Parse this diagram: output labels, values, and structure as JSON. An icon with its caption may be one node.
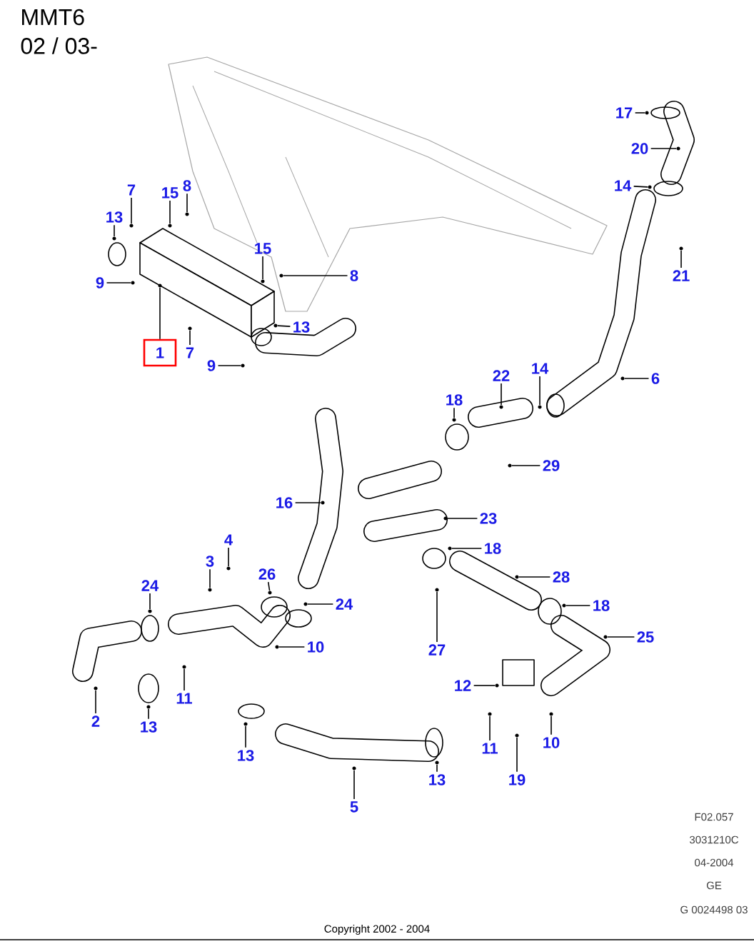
{
  "diagram": {
    "nodes": [
      {
        "text": [
          "1"
        ]
      },
      {
        "text": [
          "7"
        ]
      },
      {
        "text": [
          "15"
        ]
      },
      {
        "text": [
          "8"
        ]
      },
      {
        "text": [
          "13"
        ]
      },
      {
        "text": [
          "15"
        ]
      },
      {
        "text": [
          "8"
        ]
      },
      {
        "text": [
          "9"
        ]
      },
      {
        "text": [
          "7"
        ]
      },
      {
        "text": [
          "13"
        ]
      },
      {
        "text": [
          "9"
        ]
      },
      {
        "text": [
          "17"
        ]
      },
      {
        "text": [
          "20"
        ]
      },
      {
        "text": [
          "14"
        ]
      },
      {
        "text": [
          "21"
        ]
      },
      {
        "text": [
          "22"
        ]
      },
      {
        "text": [
          "14"
        ]
      },
      {
        "text": [
          "6"
        ]
      },
      {
        "text": [
          "18"
        ]
      },
      {
        "text": [
          "29"
        ]
      },
      {
        "text": [
          "23"
        ]
      },
      {
        "text": [
          "18"
        ]
      },
      {
        "text": [
          "28"
        ]
      },
      {
        "text": [
          "18"
        ]
      },
      {
        "text": [
          "25"
        ]
      },
      {
        "text": [
          "27"
        ]
      },
      {
        "text": [
          "12"
        ]
      },
      {
        "text": [
          "11"
        ]
      },
      {
        "text": [
          "10"
        ]
      },
      {
        "text": [
          "19"
        ]
      },
      {
        "text": [
          "13"
        ]
      },
      {
        "text": [
          "16"
        ]
      },
      {
        "text": [
          "4"
        ]
      },
      {
        "text": [
          "3"
        ]
      },
      {
        "text": [
          "26"
        ]
      },
      {
        "text": [
          "24"
        ]
      },
      {
        "text": [
          "24"
        ]
      },
      {
        "text": [
          "10"
        ]
      },
      {
        "text": [
          "2"
        ]
      },
      {
        "text": [
          "13"
        ]
      },
      {
        "text": [
          "11"
        ]
      },
      {
        "text": [
          "13"
        ]
      },
      {
        "text": [
          "5"
        ]
      },
      {
        "text": [],
        "shape": "dot"
      },
      {
        "text": [],
        "shape": "dot"
      },
      {
        "text": [],
        "shape": "dot"
      },
      {
        "text": [],
        "shape": "dot"
      },
      {
        "text": [],
        "shape": "dot"
      },
      {
        "text": [],
        "shape": "dot"
      },
      {
        "text": [],
        "shape": "dot"
      },
      {
        "text": [],
        "shape": "dot"
      },
      {
        "text": [],
        "shape": "dot"
      },
      {
        "text": [],
        "shape": "dot"
      },
      {
        "text": [],
        "shape": "dot"
      },
      {
        "text": [],
        "shape": "dot"
      },
      {
        "text": [],
        "shape": "dot"
      },
      {
        "text": [],
        "shape": "dot"
      },
      {
        "text": [],
        "shape": "dot"
      },
      {
        "text": [],
        "shape": "dot"
      },
      {
        "text": [],
        "shape": "dot"
      },
      {
        "text": [],
        "shape": "dot"
      },
      {
        "text": [],
        "shape": "dot"
      },
      {
        "text": [],
        "shape": "dot"
      },
      {
        "text": [],
        "shape": "dot"
      },
      {
        "text": [],
        "shape": "dot"
      },
      {
        "text": [],
        "shape": "dot"
      },
      {
        "text": [],
        "shape": "dot"
      },
      {
        "text": [],
        "shape": "dot"
      },
      {
        "text": [],
        "shape": "dot"
      },
      {
        "text": [],
        "shape": "dot"
      },
      {
        "text": [],
        "shape": "dot"
      },
      {
        "text": [],
        "shape": "dot"
      },
      {
        "text": [],
        "shape": "dot"
      },
      {
        "text": [],
        "shape": "dot"
      },
      {
        "text": [],
        "shape": "dot"
      },
      {
        "text": [],
        "shape": "dot"
      },
      {
        "text": [],
        "shape": "dot"
      },
      {
        "text": [],
        "shape": "dot"
      },
      {
        "text": [],
        "shape": "dot"
      },
      {
        "text": [],
        "shape": "dot"
      },
      {
        "text": [],
        "shape": "dot"
      },
      {
        "text": [],
        "shape": "dot"
      },
      {
        "text": [],
        "shape": "dot"
      },
      {
        "text": [],
        "shape": "dot"
      },
      {
        "text": [],
        "shape": "dot"
      },
      {
        "text": [],
        "shape": "dot"
      }
    ],
    "edges": [
      {
        "from": 0,
        "to": 43,
        "arrow": "none"
      },
      {
        "from": 1,
        "to": 44,
        "arrow": "none"
      },
      {
        "from": 2,
        "to": 45,
        "arrow": "none"
      },
      {
        "from": 3,
        "to": 46,
        "arrow": "none"
      },
      {
        "from": 4,
        "to": 47,
        "arrow": "none"
      },
      {
        "from": 5,
        "to": 48,
        "arrow": "none"
      },
      {
        "from": 6,
        "to": 49,
        "arrow": "none"
      },
      {
        "from": 7,
        "to": 50,
        "arrow": "none"
      },
      {
        "from": 8,
        "to": 51,
        "arrow": "none"
      },
      {
        "from": 9,
        "to": 52,
        "arrow": "none"
      },
      {
        "from": 10,
        "to": 53,
        "arrow": "none"
      },
      {
        "from": 11,
        "to": 54,
        "arrow": "none"
      },
      {
        "from": 12,
        "to": 55,
        "arrow": "none"
      },
      {
        "from": 13,
        "to": 56,
        "arrow": "none"
      },
      {
        "from": 14,
        "to": 57,
        "arrow": "none"
      },
      {
        "from": 15,
        "to": 58,
        "arrow": "none"
      },
      {
        "from": 16,
        "to": 59,
        "arrow": "none"
      },
      {
        "from": 17,
        "to": 60,
        "arrow": "none"
      },
      {
        "from": 18,
        "to": 61,
        "arrow": "none"
      },
      {
        "from": 19,
        "to": 62,
        "arrow": "none"
      },
      {
        "from": 20,
        "to": 63,
        "arrow": "none"
      },
      {
        "from": 21,
        "to": 64,
        "arrow": "none"
      },
      {
        "from": 22,
        "to": 65,
        "arrow": "none"
      },
      {
        "from": 23,
        "to": 66,
        "arrow": "none"
      },
      {
        "from": 24,
        "to": 67,
        "arrow": "none"
      },
      {
        "from": 25,
        "to": 68,
        "arrow": "none"
      },
      {
        "from": 26,
        "to": 69,
        "arrow": "none"
      },
      {
        "from": 27,
        "to": 70,
        "arrow": "none"
      },
      {
        "from": 28,
        "to": 71,
        "arrow": "none"
      },
      {
        "from": 29,
        "to": 72,
        "arrow": "none"
      },
      {
        "from": 30,
        "to": 73,
        "arrow": "none"
      },
      {
        "from": 31,
        "to": 74,
        "arrow": "none"
      },
      {
        "from": 32,
        "to": 75,
        "arrow": "none"
      },
      {
        "from": 33,
        "to": 76,
        "arrow": "none"
      },
      {
        "from": 34,
        "to": 77,
        "arrow": "none"
      },
      {
        "from": 35,
        "to": 78,
        "arrow": "none"
      },
      {
        "from": 36,
        "to": 79,
        "arrow": "none"
      },
      {
        "from": 37,
        "to": 80,
        "arrow": "none"
      },
      {
        "from": 38,
        "to": 81,
        "arrow": "none"
      },
      {
        "from": 39,
        "to": 82,
        "arrow": "none"
      },
      {
        "from": 40,
        "to": 83,
        "arrow": "none"
      },
      {
        "from": 41,
        "to": 84,
        "arrow": "none"
      },
      {
        "from": 42,
        "to": 85,
        "arrow": "none"
      }
    ],
    "labels": [
      "MMT6",
      "02 / 03-",
      "F02.057",
      "3031210C",
      "04-2004",
      "GE",
      "G 0024498 03",
      "Copyright 2002 - 2004"
    ]
  }
}
